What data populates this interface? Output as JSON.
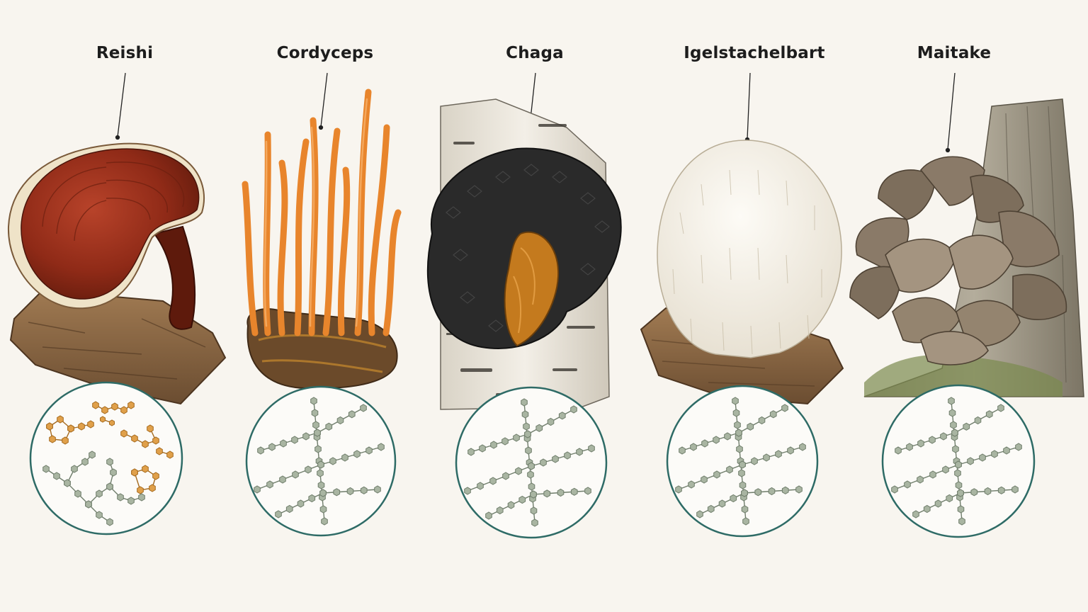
{
  "mushrooms": [
    {
      "name": "Reishi",
      "illustration": "reishi-bracket-fungus",
      "polysaccharide": "branched-with-ring-structures"
    },
    {
      "name": "Cordyceps",
      "illustration": "cordyceps-orange-stromata",
      "polysaccharide": "branched-beta-glucan"
    },
    {
      "name": "Chaga",
      "illustration": "chaga-sclerotium-on-birch",
      "polysaccharide": "branched-beta-glucan"
    },
    {
      "name": "Igelstachelbart",
      "illustration": "lions-mane-spines",
      "polysaccharide": "branched-beta-glucan"
    },
    {
      "name": "Maitake",
      "illustration": "maitake-frond-cluster",
      "polysaccharide": "branched-beta-glucan"
    }
  ],
  "colors": {
    "background": "#f8f5ef",
    "circle_stroke": "#2e6b66",
    "glucan_node": "#a9b5a2",
    "triterpene_node": "#e0a04a",
    "reishi": "#8f2a17",
    "cordyceps": "#e8852c",
    "chaga": "#2a2a2a",
    "lions_mane": "#f1ece2",
    "maitake": "#8a7a68",
    "bark": "#8b6a47",
    "birch": "#eeeae2"
  }
}
